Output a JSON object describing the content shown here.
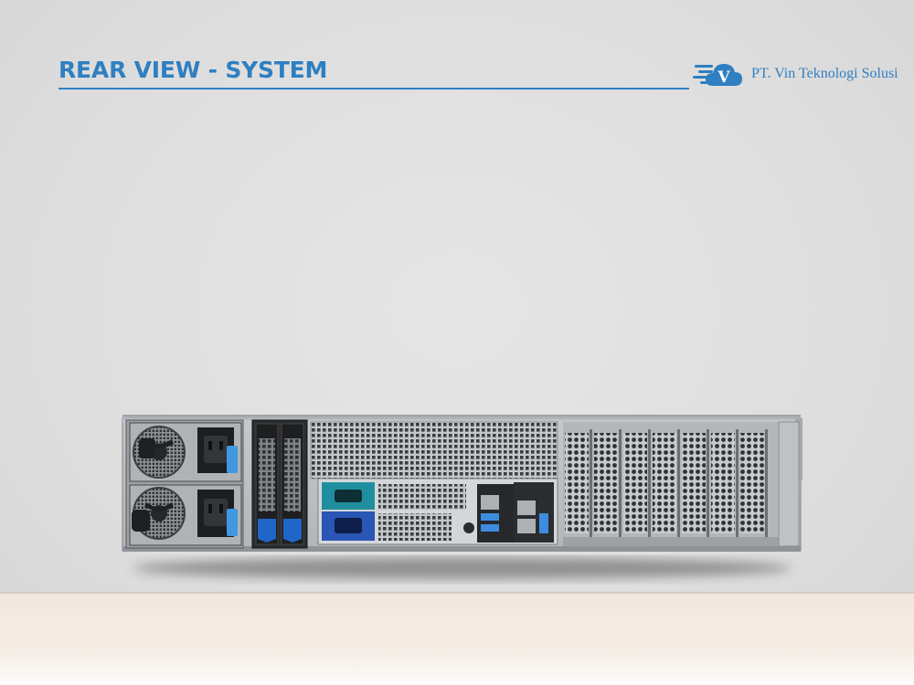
{
  "header": {
    "title": "REAR VIEW - SYSTEM",
    "company": "PT. Vin Teknologi Solusi",
    "logo_letter": "V"
  },
  "colors": {
    "accent": "#2f7fc1",
    "chassis": "#b9bcbf",
    "psu_tab": "#3f98e0",
    "caddy_tab": "#2066c8",
    "io_teal": "#1f8fa0",
    "io_blue": "#2a56b5"
  },
  "icons": [
    "speed-lines-icon",
    "cloud-icon",
    "fan-icon",
    "power-socket-icon",
    "network-icon",
    "usb-icon",
    "serial-icon",
    "monitor-icon"
  ]
}
